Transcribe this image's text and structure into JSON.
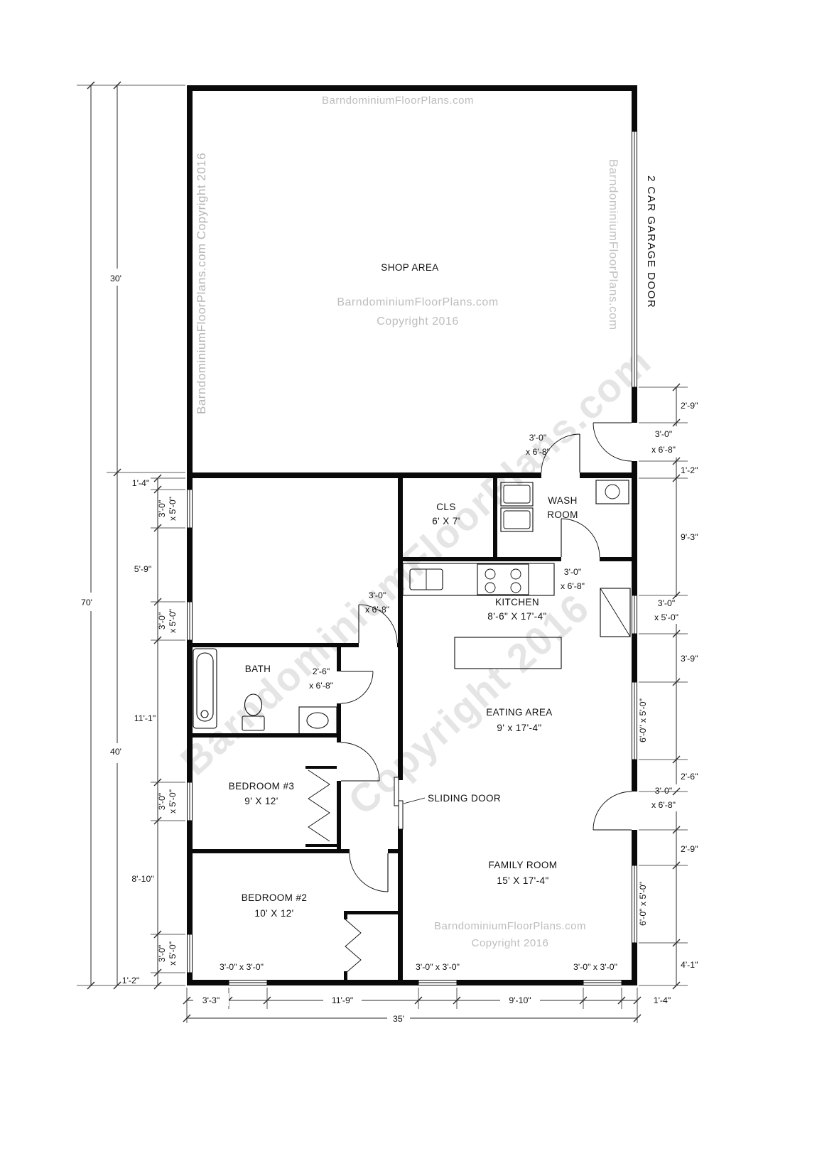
{
  "watermarks": {
    "site": "BarndominiumFloorPlans.com",
    "copyright": "Copyright 2016",
    "site_copyright": "BarndominiumFloorPlans.com Copyright 2016"
  },
  "rooms": {
    "shop": "SHOP AREA",
    "cls_name": "CLS",
    "cls_size": "6' X 7'",
    "wash_1": "WASH",
    "wash_2": "ROOM",
    "kitchen_name": "KITCHEN",
    "kitchen_size": "8'-6\" X 17'-4\"",
    "bath": "BATH",
    "eating_name": "EATING AREA",
    "eating_size": "9' x 17'-4\"",
    "bedroom3_name": "BEDROOM #3",
    "bedroom3_size": "9' X 12'",
    "bedroom2_name": "BEDROOM #2",
    "bedroom2_size": "10' X 12'",
    "family_name": "FAMILY ROOM",
    "family_size": "15' X 17'-4\"",
    "sliding_door": "SLIDING DOOR",
    "garage_door": "2 CAR GARAGE DOOR"
  },
  "doors": {
    "w30_1": "3'-0\"",
    "w30_2": "x 6'-8\"",
    "w26_1": "2'-6\"",
    "w26_2": "x 6'-8\""
  },
  "windows": {
    "w3x3": "3'-0\" x 3'-0\"",
    "w30_1": "3'-0\"",
    "w50_2": "x 5'-0\"",
    "w6x5": "6'-0\" x 5'-0\""
  },
  "dims": {
    "total_h": "70'",
    "shop_h": "30'",
    "living_h": "40'",
    "total_w": "35'",
    "l1": "1'-4\"",
    "l2": "5'-9\"",
    "l3": "11'-1\"",
    "l4": "8'-10\"",
    "l5": "1'-2\"",
    "r1": "2'-9\"",
    "r2": "1'-2\"",
    "r3": "9'-3\"",
    "r4": "3'-9\"",
    "r5": "2'-6\"",
    "r6": "2'-9\"",
    "r7": "4'-1\"",
    "b1": "3'-3\"",
    "b2": "11'-9\"",
    "b3": "9'-10\"",
    "b4": "1'-4\""
  }
}
